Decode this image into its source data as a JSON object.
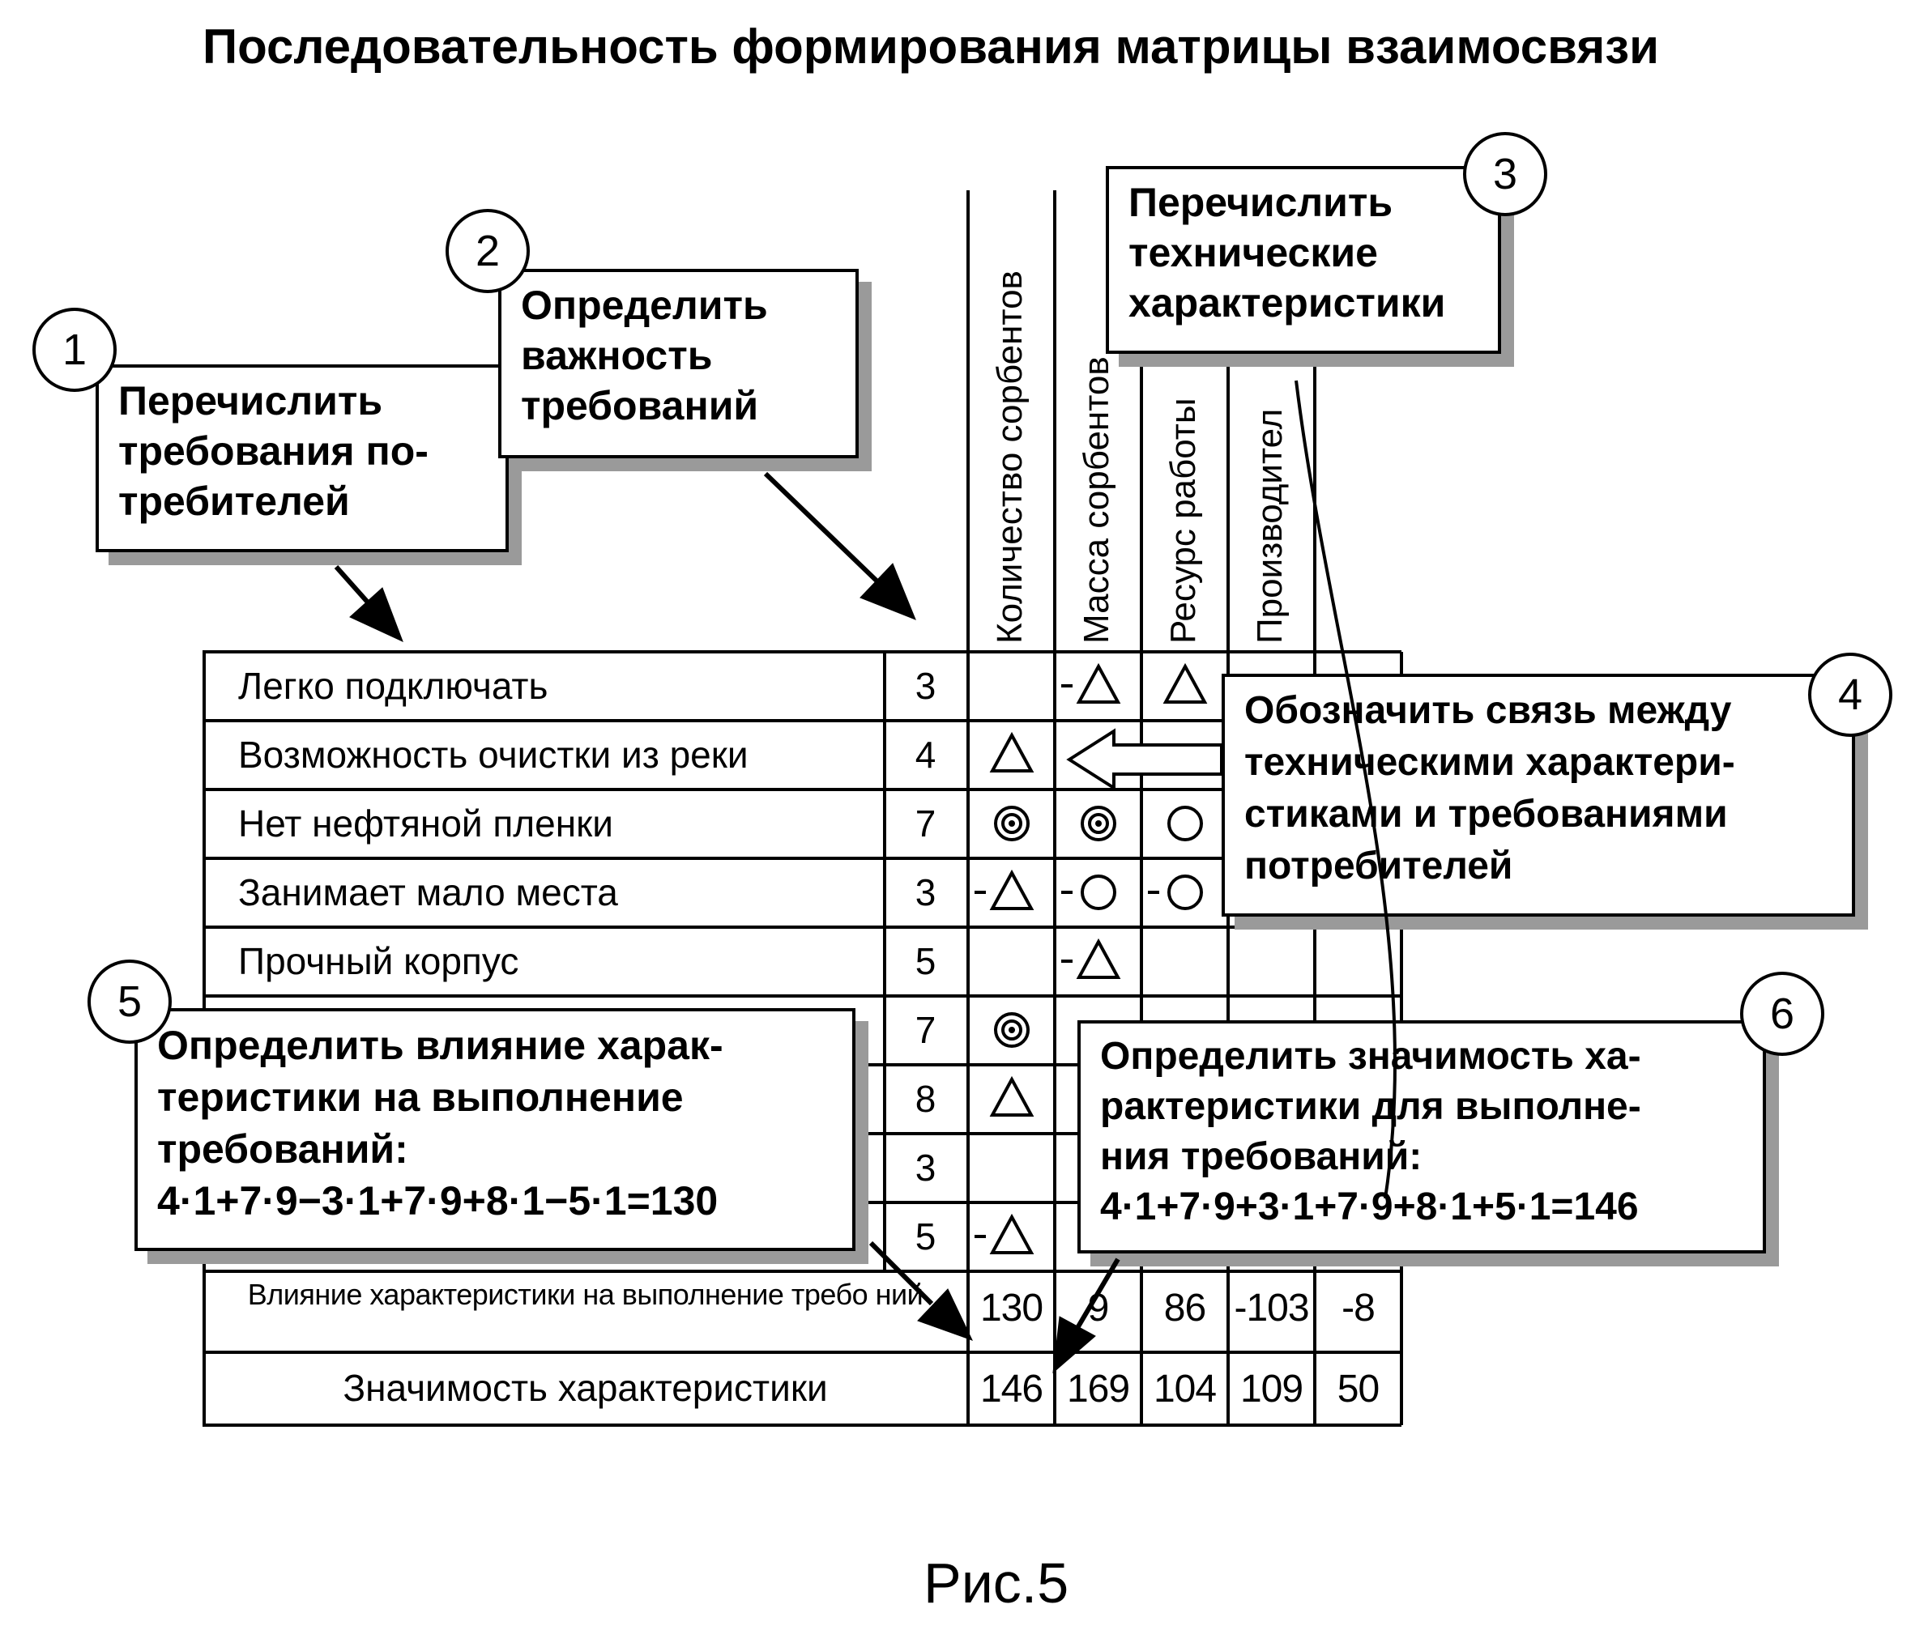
{
  "title": "Последовательность формирования матрицы взаимосвязи",
  "figure_label": "Рис.5",
  "matrix": {
    "columns": [
      "Количество сорбентов",
      "Масса сорбентов",
      "Ресурс работы",
      "Производител"
    ],
    "requirements": [
      {
        "label": "Легко подключать",
        "importance": "3",
        "marks": [
          "",
          "-△",
          "△",
          "",
          ""
        ]
      },
      {
        "label": "Возможность очистки из реки",
        "importance": "4",
        "marks": [
          "△",
          "",
          "",
          "",
          ""
        ]
      },
      {
        "label": "Нет нефтяной пленки",
        "importance": "7",
        "marks": [
          "◎",
          "◎",
          "○",
          "",
          ""
        ]
      },
      {
        "label": "Занимает мало места",
        "importance": "3",
        "marks": [
          "-△",
          "-○",
          "-○",
          "",
          ""
        ]
      },
      {
        "label": "Прочный корпус",
        "importance": "5",
        "marks": [
          "",
          "-△",
          "",
          "",
          ""
        ]
      },
      {
        "label": "",
        "importance": "7",
        "marks": [
          "◎",
          "",
          "",
          "",
          ""
        ]
      },
      {
        "label": "",
        "importance": "8",
        "marks": [
          "△",
          "",
          "",
          "",
          ""
        ]
      },
      {
        "label": "",
        "importance": "3",
        "marks": [
          "",
          "",
          "",
          "",
          ""
        ]
      },
      {
        "label": "",
        "importance": "5",
        "marks": [
          "-△",
          "",
          "",
          "",
          ""
        ]
      }
    ],
    "influence_row": {
      "label": "Влияние характеристики на выполнение требо ний",
      "values": [
        "130",
        "9",
        "86",
        "-103",
        "-8"
      ]
    },
    "significance_row": {
      "label": "Значимость характеристики",
      "values": [
        "146",
        "169",
        "104",
        "109",
        "50"
      ]
    }
  },
  "callouts": [
    {
      "number": "1",
      "text": "Перечислить\nтребования по-\nтребителей"
    },
    {
      "number": "2",
      "text": "Определить\nважность\nтребований"
    },
    {
      "number": "3",
      "text": "Перечислить\nтехнические\nхарактеристики"
    },
    {
      "number": "4",
      "text": "Обозначить связь между\nтехническими характери-\nстиками и требованиями\nпотребителей"
    },
    {
      "number": "5",
      "text": "Определить влияние харак-\nтеристики на выполнение\nтребований:",
      "formula": "4·1+7·9−3·1+7·9+8·1−5·1=130"
    },
    {
      "number": "6",
      "text": "Определить значимость ха-\nрактеристики для выполне-\nния требований:",
      "formula": "4·1+7·9+3·1+7·9+8·1+5·1=146"
    }
  ]
}
